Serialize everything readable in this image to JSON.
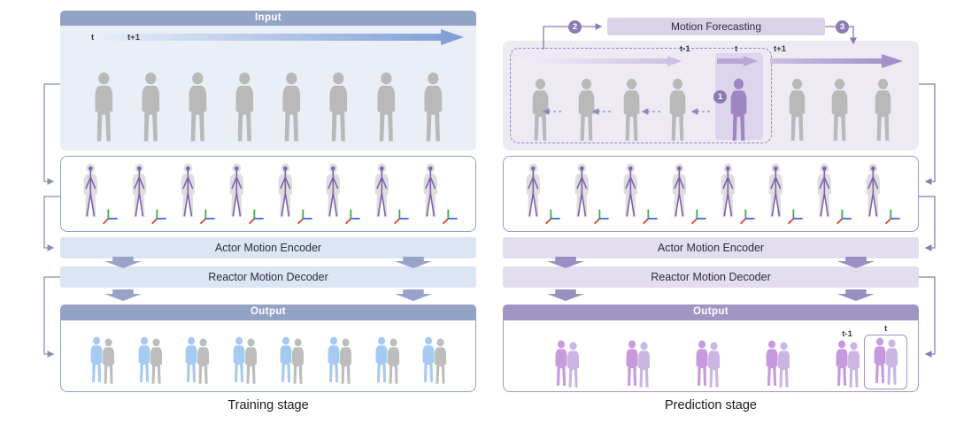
{
  "colors": {
    "left_header": "#92a3c6",
    "left_panel": "#e9eef7",
    "left_bar": "#dbe5f4",
    "right_header": "#a195c4",
    "right_panel": "#edeaf4",
    "right_bar": "#e2ddef",
    "figure_gray": "#b9b9b9",
    "figure_blue": "#a6cbf1",
    "figure_purple": "#a085c4",
    "skeleton_line": "#7f63ad",
    "axis_green": "#3fae4a",
    "axis_blue": "#3f6fd8",
    "axis_red": "#d4483c"
  },
  "left": {
    "input_label": "Input",
    "timeline_ticks": [
      "t",
      "t+1"
    ],
    "encoder_label": "Actor Motion Encoder",
    "decoder_label": "Reactor Motion Decoder",
    "output_label": "Output",
    "caption": "Training stage",
    "counts": {
      "input_figures": 8,
      "skeleton_figures": 8,
      "output_pairs": 8
    }
  },
  "right": {
    "forecasting_label": "Motion Forecasting",
    "step_badges": {
      "one": "1",
      "two": "2",
      "three": "3"
    },
    "timeline_ticks": [
      "t-1",
      "t",
      "t+1"
    ],
    "encoder_label": "Actor Motion Encoder",
    "decoder_label": "Reactor Motion Decoder",
    "output_label": "Output",
    "caption": "Prediction stage",
    "output_ticks": [
      "t-1",
      "t"
    ],
    "counts": {
      "gray_before": 4,
      "gray_after": 3,
      "skeleton_figures": 8,
      "output_pairs_plain": 4
    }
  }
}
